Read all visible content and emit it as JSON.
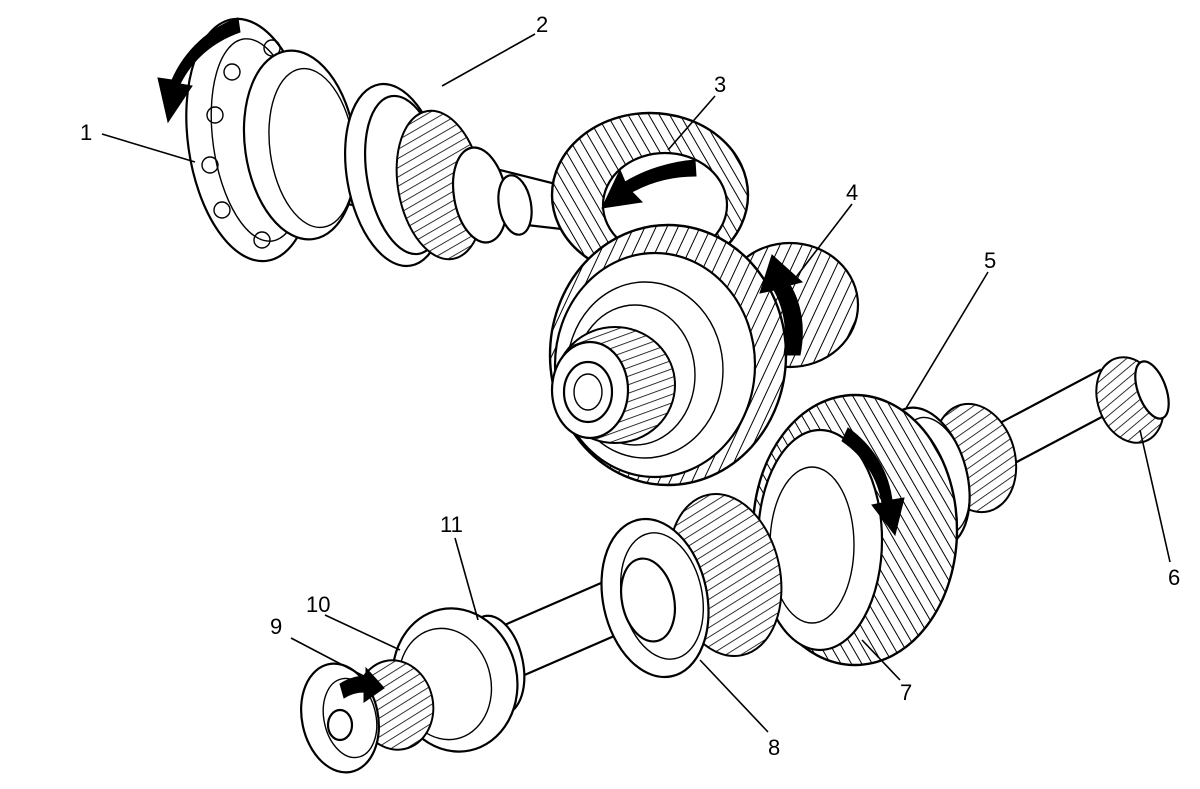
{
  "diagram": {
    "callouts": [
      {
        "id": "1",
        "label": "1"
      },
      {
        "id": "2",
        "label": "2"
      },
      {
        "id": "3",
        "label": "3"
      },
      {
        "id": "4",
        "label": "4"
      },
      {
        "id": "5",
        "label": "5"
      },
      {
        "id": "6",
        "label": "6"
      },
      {
        "id": "7",
        "label": "7"
      },
      {
        "id": "8",
        "label": "8"
      },
      {
        "id": "9",
        "label": "9"
      },
      {
        "id": "10",
        "label": "10"
      },
      {
        "id": "11",
        "label": "11"
      }
    ],
    "arrows": [
      {
        "id": "rotation-arrow-1",
        "direction": "counter-clockwise"
      },
      {
        "id": "rotation-arrow-3",
        "direction": "counter-clockwise"
      },
      {
        "id": "rotation-arrow-4",
        "direction": "up"
      },
      {
        "id": "rotation-arrow-7",
        "direction": "down"
      },
      {
        "id": "rotation-arrow-9",
        "direction": "clockwise"
      }
    ],
    "colors": {
      "line": "#000000",
      "background": "#ffffff"
    }
  }
}
